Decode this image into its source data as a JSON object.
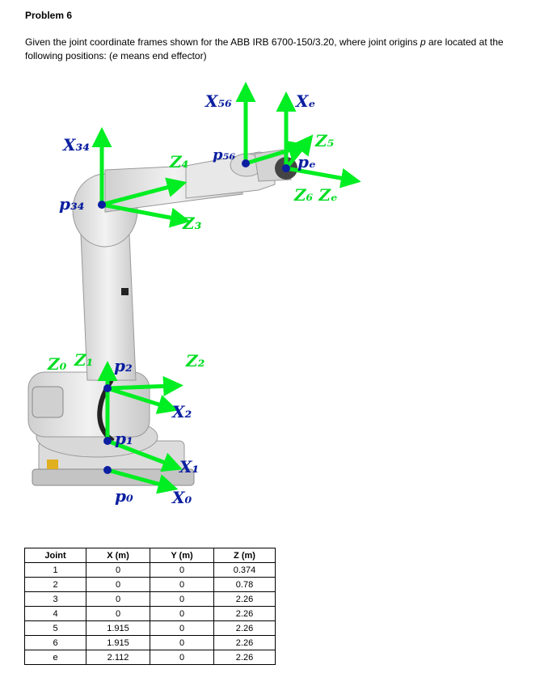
{
  "problem_title": "Problem 6",
  "intro": {
    "part1": "Given the joint coordinate frames shown for the ABB IRB 6700-150/3.20, where joint origins ",
    "p": "p",
    "part2": " are located at the following positions: (",
    "e": "e",
    "part3": " means end effector)"
  },
  "diagram": {
    "labels": {
      "x34": "X₃₄",
      "p34": "p₃₄",
      "z4": "Z₄",
      "z3": "Z₃",
      "x56": "X₅₆",
      "p56": "p₅₆",
      "xe": "Xₑ",
      "z5": "Z₅",
      "pe": "pₑ",
      "z6ze": "Z₆ Zₑ",
      "z0": "Z₀",
      "z1": "Z₁",
      "p2": "p₂",
      "z2": "Z₂",
      "x2": "X₂",
      "p1": "p₁",
      "x1": "X₁",
      "p0": "p₀",
      "x0": "X₀"
    },
    "colors": {
      "axis": "#00ee22",
      "axis_label": "#00dd22",
      "origin": "#0b1fa0",
      "robot_body": "#e6e6e6",
      "robot_shadow": "#9a9a9a"
    }
  },
  "table": {
    "headers": [
      "Joint",
      "X (m)",
      "Y (m)",
      "Z (m)"
    ],
    "rows": [
      [
        "1",
        "0",
        "0",
        "0.374"
      ],
      [
        "2",
        "0",
        "0",
        "0.78"
      ],
      [
        "3",
        "0",
        "0",
        "2.26"
      ],
      [
        "4",
        "0",
        "0",
        "2.26"
      ],
      [
        "5",
        "1.915",
        "0",
        "2.26"
      ],
      [
        "6",
        "1.915",
        "0",
        "2.26"
      ],
      [
        "e",
        "2.112",
        "0",
        "2.26"
      ]
    ]
  }
}
